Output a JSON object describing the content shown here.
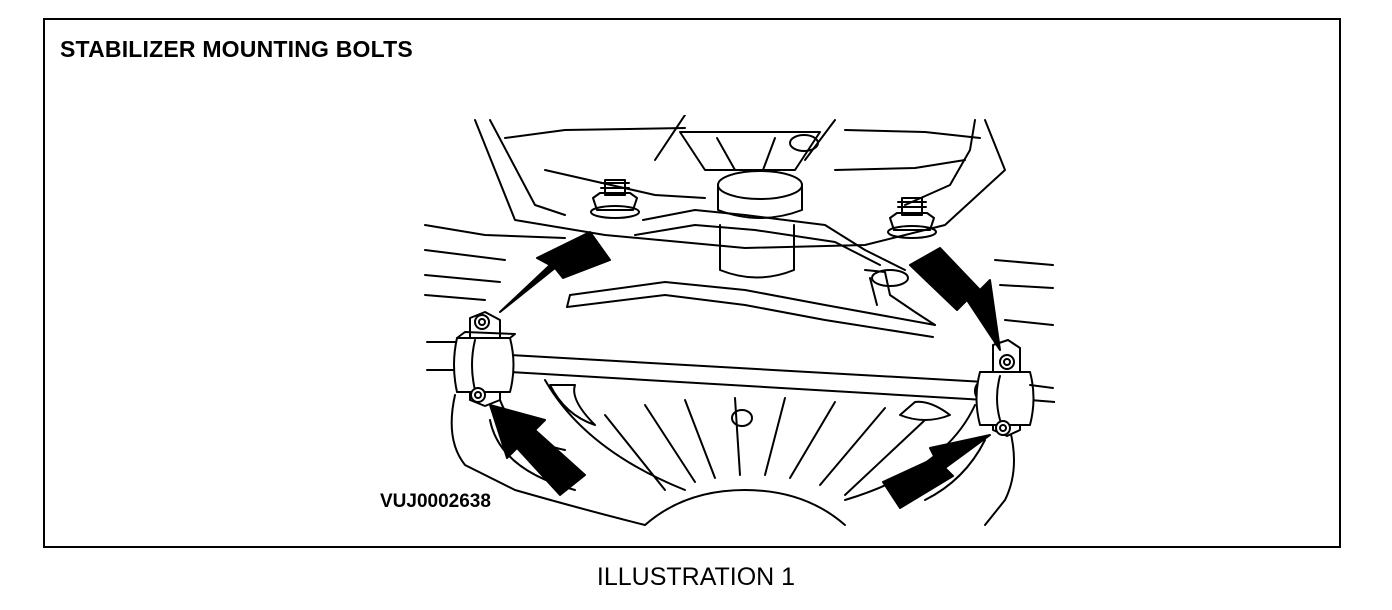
{
  "frame": {
    "title": "STABILIZER MOUNTING BOLTS",
    "figure_code": "VUJ0002638"
  },
  "drawing": {
    "subject": "stabilizer-bar-assembly",
    "arrow_count": 4
  },
  "caption": "ILLUSTRATION 1",
  "colors": {
    "ink": "#000000",
    "paper": "#ffffff"
  }
}
